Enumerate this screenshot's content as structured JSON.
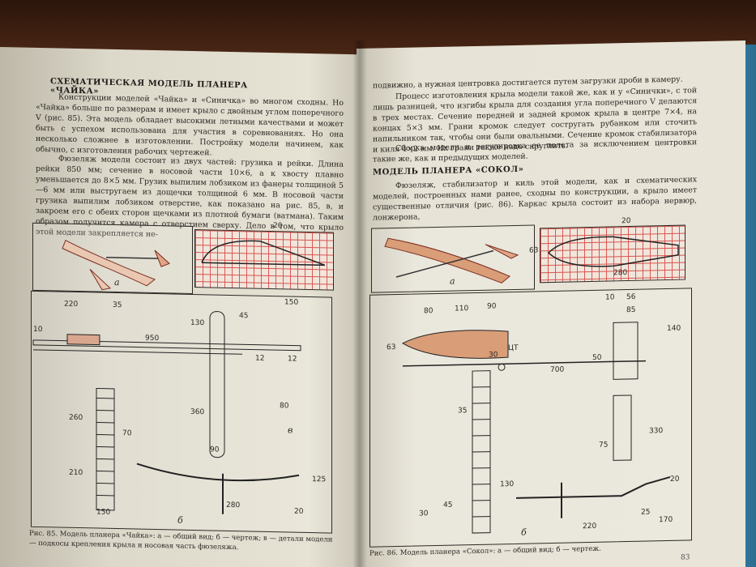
{
  "left_page": {
    "heading": "СХЕМАТИЧЕСКАЯ МОДЕЛЬ ПЛАНЕРА «ЧАЙКА»",
    "paragraph1": "Конструкции моделей «Чайка» и «Синичка» во многом сходны. Но «Чайка» больше по размерам и имеет крыло с двойным углом поперечного V (рис. 85). Эта модель обладает высокими летными качествами и может быть с успехом использована для участия в соревнованиях. Но она несколько сложнее в изготовлении. Постройку модели начинем, как обычно, с изготовления рабочих чертежей.",
    "paragraph2": "Фюзеляж модели состоит из двух частей: грузика и рейки. Длина рейки 850 мм; сечение в носовой части 10×6, а к хвосту плавно уменьшается до 8×5 мм. Грузик выпилим лобзиком из фанеры толщиной 5—6 мм или выстругаем из дощечки толщиной 6 мм. В носовой части грузика выпилим лобзиком отверстие, как показано на рис. 85, в, и закроем его с обеих сторон щечками из плотной бумаги (ватмана). Таким образом получится камера с отверстием сверху. Дело в том, что крыло этой модели закрепляется не-",
    "caption": "Рис. 85. Модель планера «Чайка»: а — общий вид; б — чертеж; в — детали модели — подкосы крепления крыла и носовая часть фюзеляжа.",
    "fig_labels": {
      "a": "а",
      "b": "б",
      "v": "в",
      "d20": "20",
      "d220": "220",
      "d35": "35",
      "d130": "130",
      "d150": "150",
      "d45": "45",
      "d10": "10",
      "d950": "950",
      "d12a": "12",
      "d12b": "12",
      "d80": "80",
      "d260": "260",
      "d70": "70",
      "d360": "360",
      "d210": "210",
      "d90": "90",
      "d150b": "150",
      "d280": "280",
      "d125": "125",
      "d20b": "20"
    }
  },
  "right_page": {
    "paragraph0": "подвижно, а нужная центровка достигается путем загрузки дроби в камеру.",
    "paragraph1": "Процесс изготовления крыла модели такой же, как и у «Синички», с той лишь разницей, что изгибы крыла для создания угла поперечного V делаются в трех местах. Сечение передней и задней кромок крыла в центре 7×4, на концах 5×3 мм. Грани кромок следует состругать рубанком или сточить напильником так, чтобы они были овальными. Сечение кромок стабилизатора и киля 4×2 мм. Их грани также надо скруглить.",
    "paragraph2": "Сборка модели и регулировка ее полета за исключением центровки такие же, как и предыдущих моделей.",
    "heading": "МОДЕЛЬ ПЛАНЕРА «СОКОЛ»",
    "paragraph3": "Фюзеляж, стабилизатор и киль этой модели, как и схематических моделей, построенных нами ранее, сходны по конструкции, а крыло имеет существенные отличия (рис. 86). Каркас крыла состоит из набора нервюр, лонжерона,",
    "caption": "Рис. 86. Модель планера «Сокол»: а — общий вид; б — чертеж.",
    "page_number": "83",
    "fig_labels": {
      "a": "а",
      "b": "б",
      "d20": "20",
      "d63": "63",
      "d280": "280",
      "d80": "80",
      "d110": "110",
      "d90": "90",
      "d10": "10",
      "d56": "56",
      "d85": "85",
      "d140": "140",
      "d63b": "63",
      "d30": "30",
      "ct": "ЦТ",
      "d700": "700",
      "d50": "50",
      "d35": "35",
      "d330": "330",
      "d75": "75",
      "d45": "45",
      "d130": "130",
      "d30b": "30",
      "d220": "220",
      "d25": "25",
      "d170": "170",
      "d20b": "20"
    }
  }
}
